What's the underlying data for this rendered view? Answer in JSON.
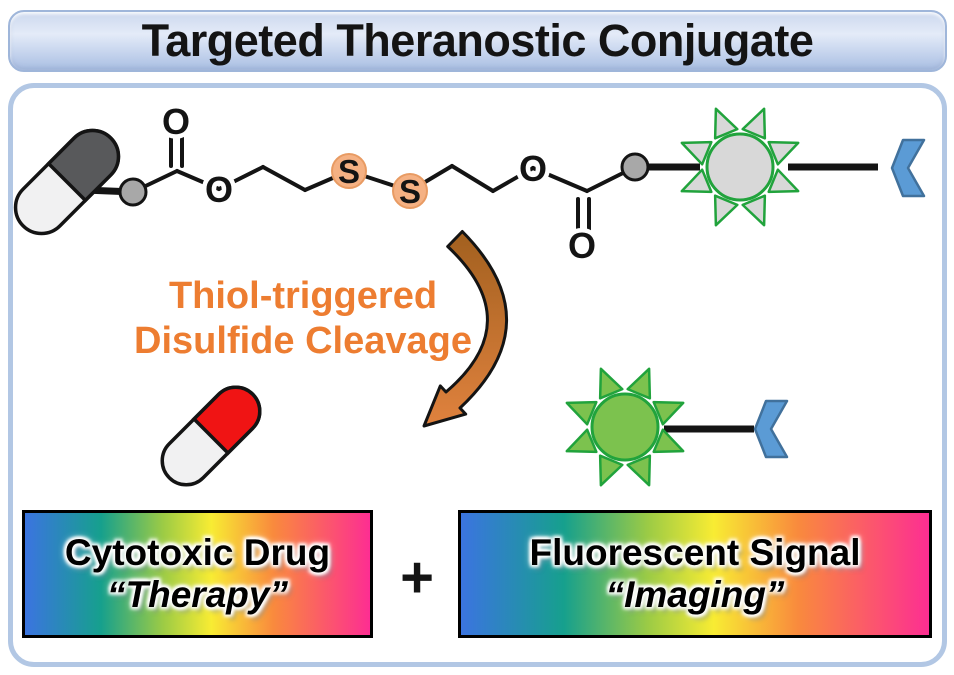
{
  "title": "Targeted Theranostic Conjugate",
  "molecule": {
    "atom_labels": {
      "carbonyl_left_o": "O",
      "ester_left_o": "O",
      "sulfur_1": "S",
      "sulfur_2": "S",
      "ester_right_o": "O",
      "carbonyl_right_o": "O"
    }
  },
  "cleavage": {
    "line1": "Thiol-triggered",
    "line2": "Disulfide Cleavage"
  },
  "products": {
    "plus_sign": "+",
    "therapy": {
      "title": "Cytotoxic Drug",
      "subtitle": "“Therapy”"
    },
    "imaging": {
      "title": "Fluorescent Signal",
      "subtitle": "“Imaging”"
    }
  },
  "colors": {
    "accent_orange_text": "#ED7D31",
    "arrow_orange_dark": "#A2601F",
    "arrow_orange_light": "#E0823E",
    "sulfur_highlight": "#F5B183",
    "sulfur_highlight_outline": "#E89B63",
    "fluorophore_active_green": "#7CC24E",
    "fluorophore_quenched_gray": "#D8D8D8",
    "fluorophore_outline_green": "#21A33C",
    "antibody_blue": "#5B9BD5",
    "antibody_blue_outline": "#41719C",
    "drug_red": "#F01414",
    "capsule_dark_gray": "#58595B",
    "capsule_light": "#F1F1F2",
    "attachment_dot_gray": "#A8A8A8",
    "banner_border_blue": "#9FB6DA",
    "frame_border_blue": "#B2C7E4"
  }
}
